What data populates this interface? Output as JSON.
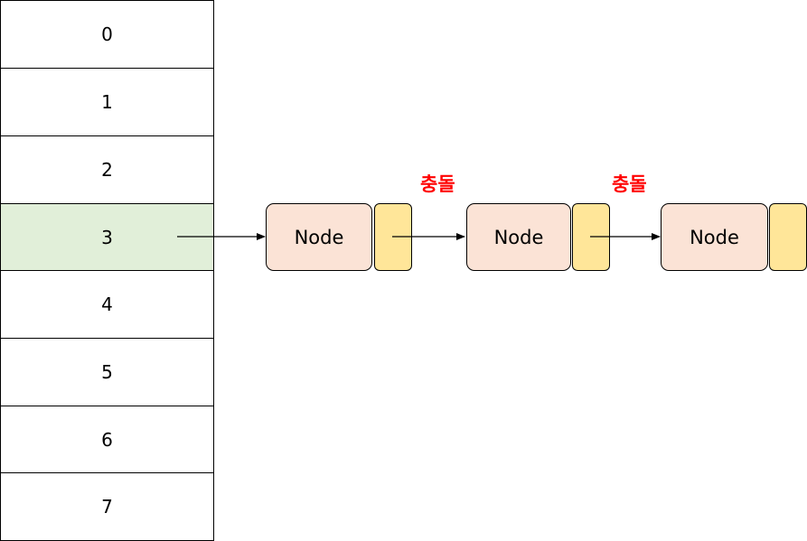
{
  "table": {
    "cells": [
      "0",
      "1",
      "2",
      "3",
      "4",
      "5",
      "6",
      "7"
    ],
    "highlight_index": 3,
    "highlight_color": "#e1efd9"
  },
  "nodes": [
    {
      "label": "Node"
    },
    {
      "label": "Node"
    },
    {
      "label": "Node"
    }
  ],
  "collisions": [
    "충돌",
    "충돌"
  ],
  "colors": {
    "node_fill": "#fbe3d6",
    "pointer_fill": "#ffe699",
    "collision_text": "#ff0000"
  }
}
